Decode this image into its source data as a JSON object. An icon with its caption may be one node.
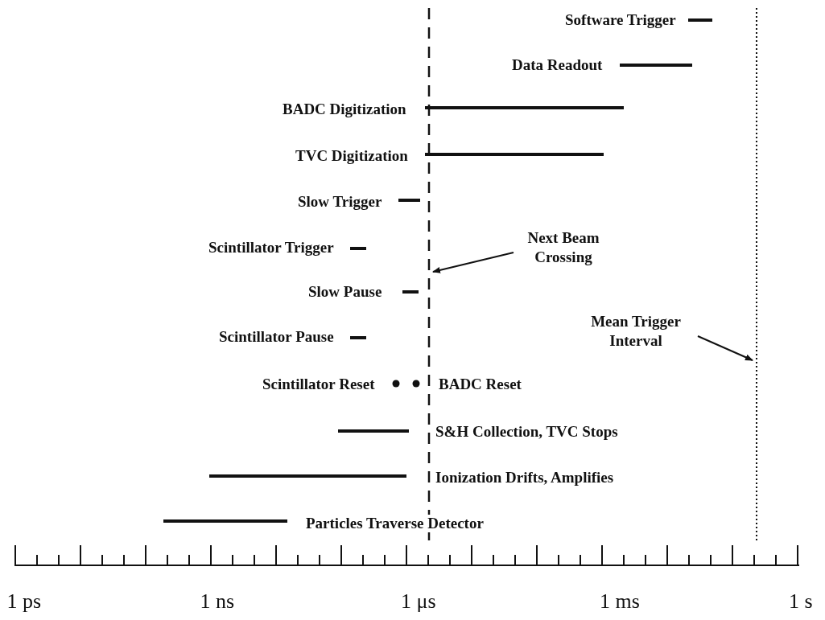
{
  "diagram": {
    "nodes": [
      {
        "text": [
          "Next Beam Crossing"
        ]
      },
      {
        "text": [],
        "shape": "line"
      },
      {
        "text": [
          "Mean Trigger Interval"
        ]
      },
      {
        "text": [],
        "shape": "line"
      }
    ],
    "edges": [
      {
        "from": 0,
        "to": 1,
        "arrow": "to"
      },
      {
        "from": 2,
        "to": 3,
        "arrow": "to"
      }
    ],
    "labels": [
      "Software Trigger",
      "Data Readout",
      "BADC Digitization",
      "TVC Digitization",
      "Slow Trigger",
      "Scintillator Trigger",
      "Slow Pause",
      "Scintillator Pause",
      "Scintillator Reset",
      "BADC Reset",
      "S&H Collection, TVC Stops",
      "Ionization Drifts, Amplifies",
      "Particles Traverse Detector",
      "1 ps",
      "1 ns",
      "1 μs",
      "1 ms",
      "1 s"
    ]
  }
}
